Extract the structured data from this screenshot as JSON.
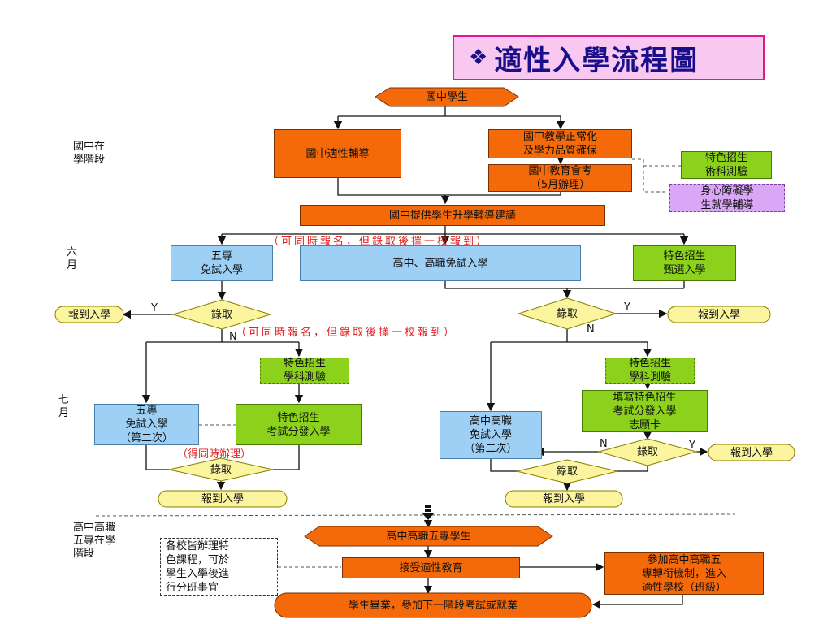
{
  "title": "適性入學流程圖",
  "title_icon": "diamond-bullet-icon",
  "stage_labels": {
    "junior_high": "國中在\n學階段",
    "june": "六\n月",
    "july": "七\n月",
    "senior": "高中高職\n五專在學\n階段"
  },
  "nodes": {
    "start": "國中學生",
    "career_guidance": "國中適性輔導",
    "normalization": "國中教學正常化\n及學力品質確保",
    "exam": "國中教育會考\n（5月辦理）",
    "arts_test": "特色招生\n術科測驗",
    "disabled": "身心障礙學\n生就學輔導",
    "advice": "國中提供學生升學輔導建議",
    "five_year": "五專\n免試入學",
    "free_admission": "高中、高職免試入學",
    "special_select": "特色招生\n甄選入學",
    "subject_test_left": "特色招生\n學科測驗",
    "five_year_second": "五專\n免試入學\n（第二次）",
    "special_exam_left": "特色招生\n考試分發入學",
    "subject_test_right": "特色招生\n學科測驗",
    "fill_choice": "填寫特色招生\n考試分發入學\n志願卡",
    "hs_second": "高中高職\n免試入學\n（第二次）",
    "senior_students": "高中高職五專學生",
    "accept_edu": "接受適性教育",
    "transfer": "參加高中高職五\n專轉衔機制，進入\n適性學校（班級）",
    "school_note": "各校皆辦理特\n色課程，可於\n學生入學後進\n行分班事宜",
    "graduate": "學生畢業，參加下一階段考試或就業"
  },
  "decisions": {
    "admit": "錄取",
    "yes": "Y",
    "no": "N"
  },
  "terminals": {
    "enroll": "報到入學"
  },
  "notes": {
    "register_both_1": "（可同時報名，但錄取後擇一校報到）",
    "register_both_2": "（可同時報名，但錄取後擇一校報到）",
    "concurrent": "（得同時辦理）"
  },
  "colors": {
    "orange": "#f46a0b",
    "blue": "#9ed0f5",
    "green": "#8cd21c",
    "purple": "#d9a7f5",
    "decision": "#fbf5a0",
    "terminal": "#fbf5a0",
    "title_bg": "#f9c8f0",
    "note_red": "#e02020"
  }
}
